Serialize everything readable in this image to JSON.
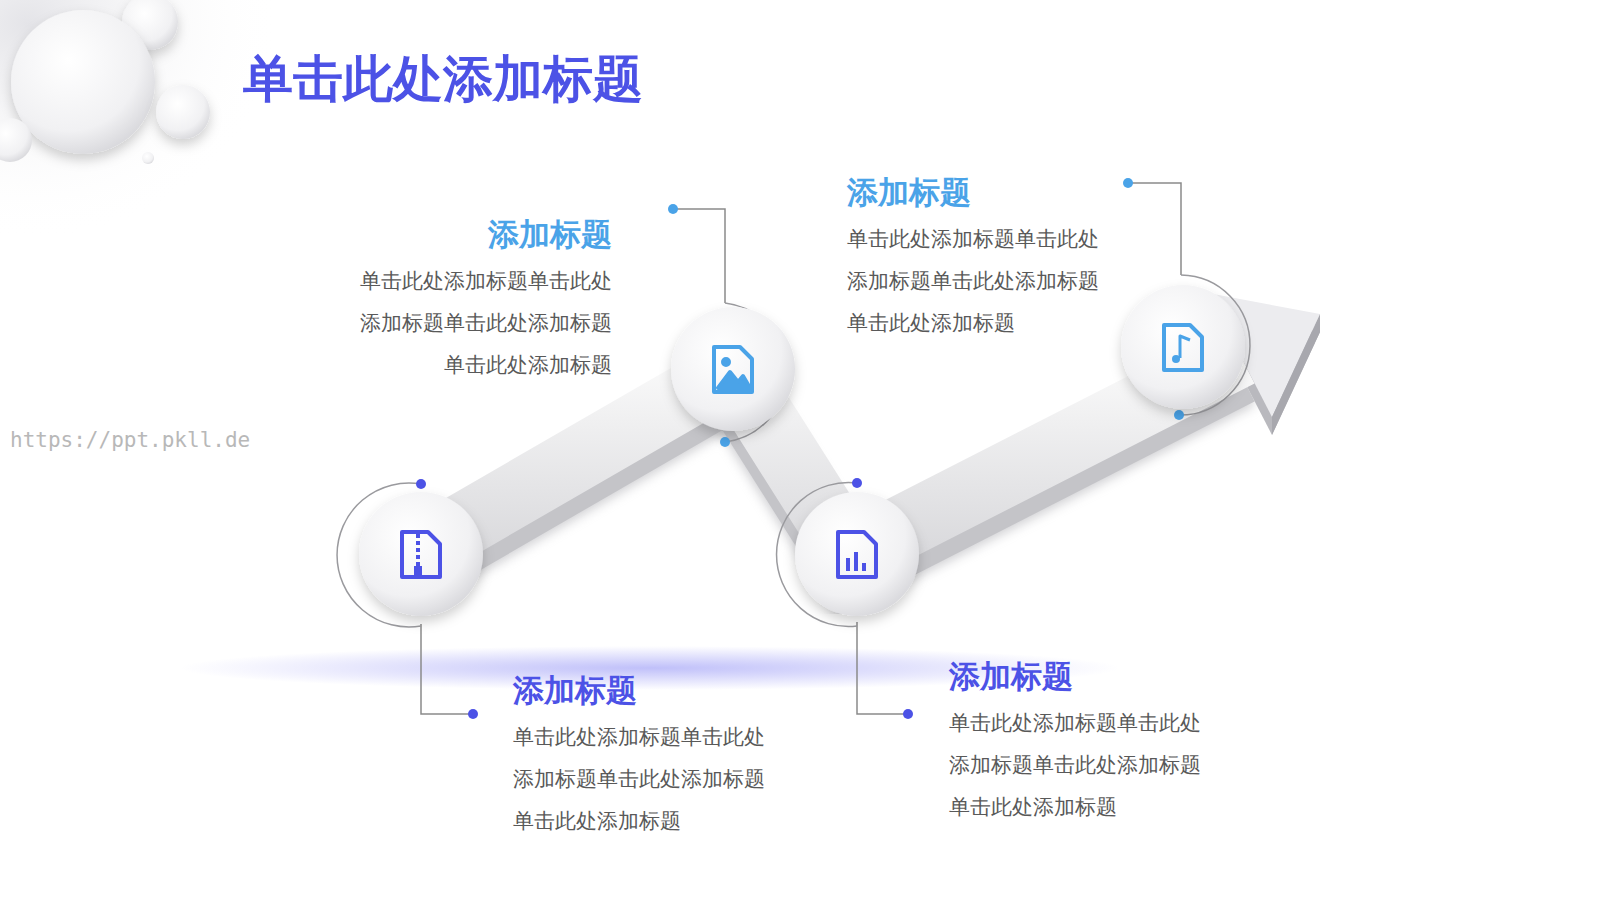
{
  "diagram": {
    "title": "单击此处添加标题",
    "nodes": [
      {
        "text": [
          "添加标题",
          "单击此处添加标题单击此处 添加标题单击此处添加标题 单击此处添加标题"
        ]
      },
      {
        "text": [
          "添加标题",
          "单击此处添加标题单击此处 添加标题单击此处添加标题 单击此处添加标题"
        ]
      },
      {
        "text": [
          "添加标题",
          "单击此处添加标题单击此处 添加标题单击此处添加标题 单击此处添加标题"
        ]
      },
      {
        "text": [
          "添加标题",
          "单击此处添加标题单击此处 添加标题单击此处添加标题 单击此处添加标题"
        ]
      }
    ],
    "labels": [
      "https://ppt.pkll.de"
    ]
  }
}
